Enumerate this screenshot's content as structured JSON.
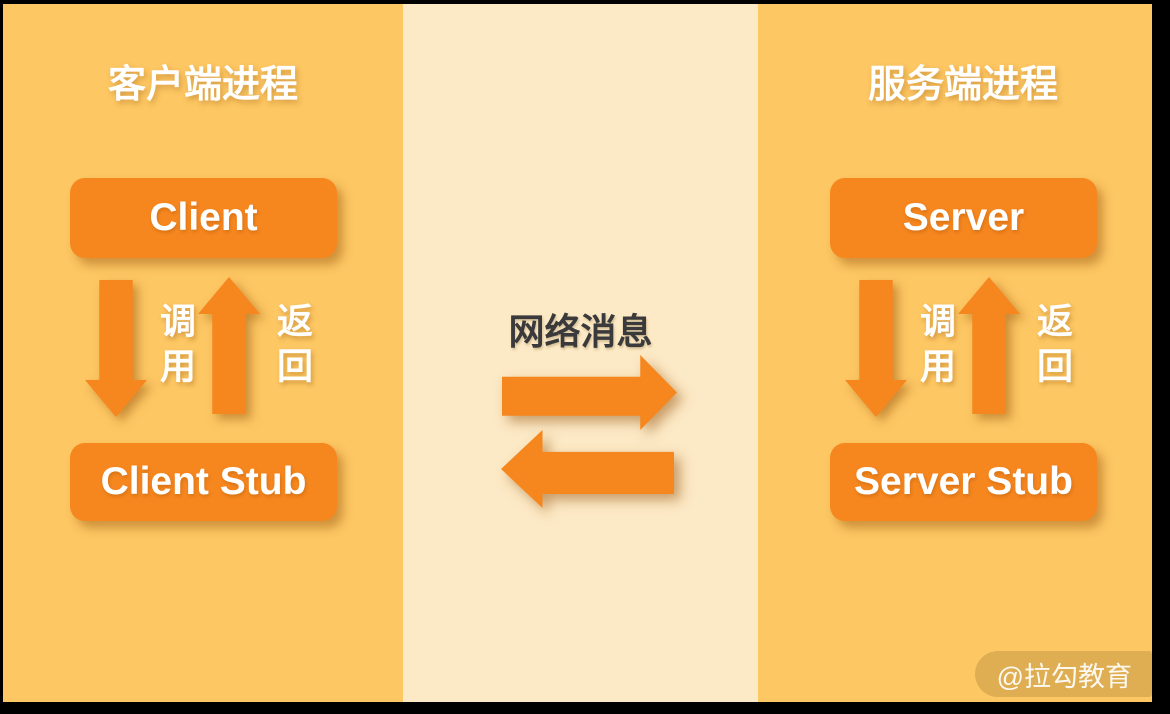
{
  "colors": {
    "background": "#FDC763",
    "middle_background": "#FCE9C5",
    "accent_orange": "#F6861E",
    "title_text": "#FFFFFF",
    "network_text": "#3A3A3C"
  },
  "left_panel": {
    "title": "客户端进程",
    "top_box": "Client",
    "bottom_box": "Client Stub",
    "call_label": "调用",
    "return_label": "返回"
  },
  "middle": {
    "title": "网络消息"
  },
  "right_panel": {
    "title": "服务端进程",
    "top_box": "Server",
    "bottom_box": "Server Stub",
    "call_label": "调用",
    "return_label": "返回"
  },
  "watermark": {
    "text": "@拉勾教育"
  },
  "icons": {
    "down_arrow": "call-down-arrow",
    "up_arrow": "return-up-arrow",
    "right_arrow": "network-request-right-arrow",
    "left_arrow": "network-response-left-arrow"
  }
}
